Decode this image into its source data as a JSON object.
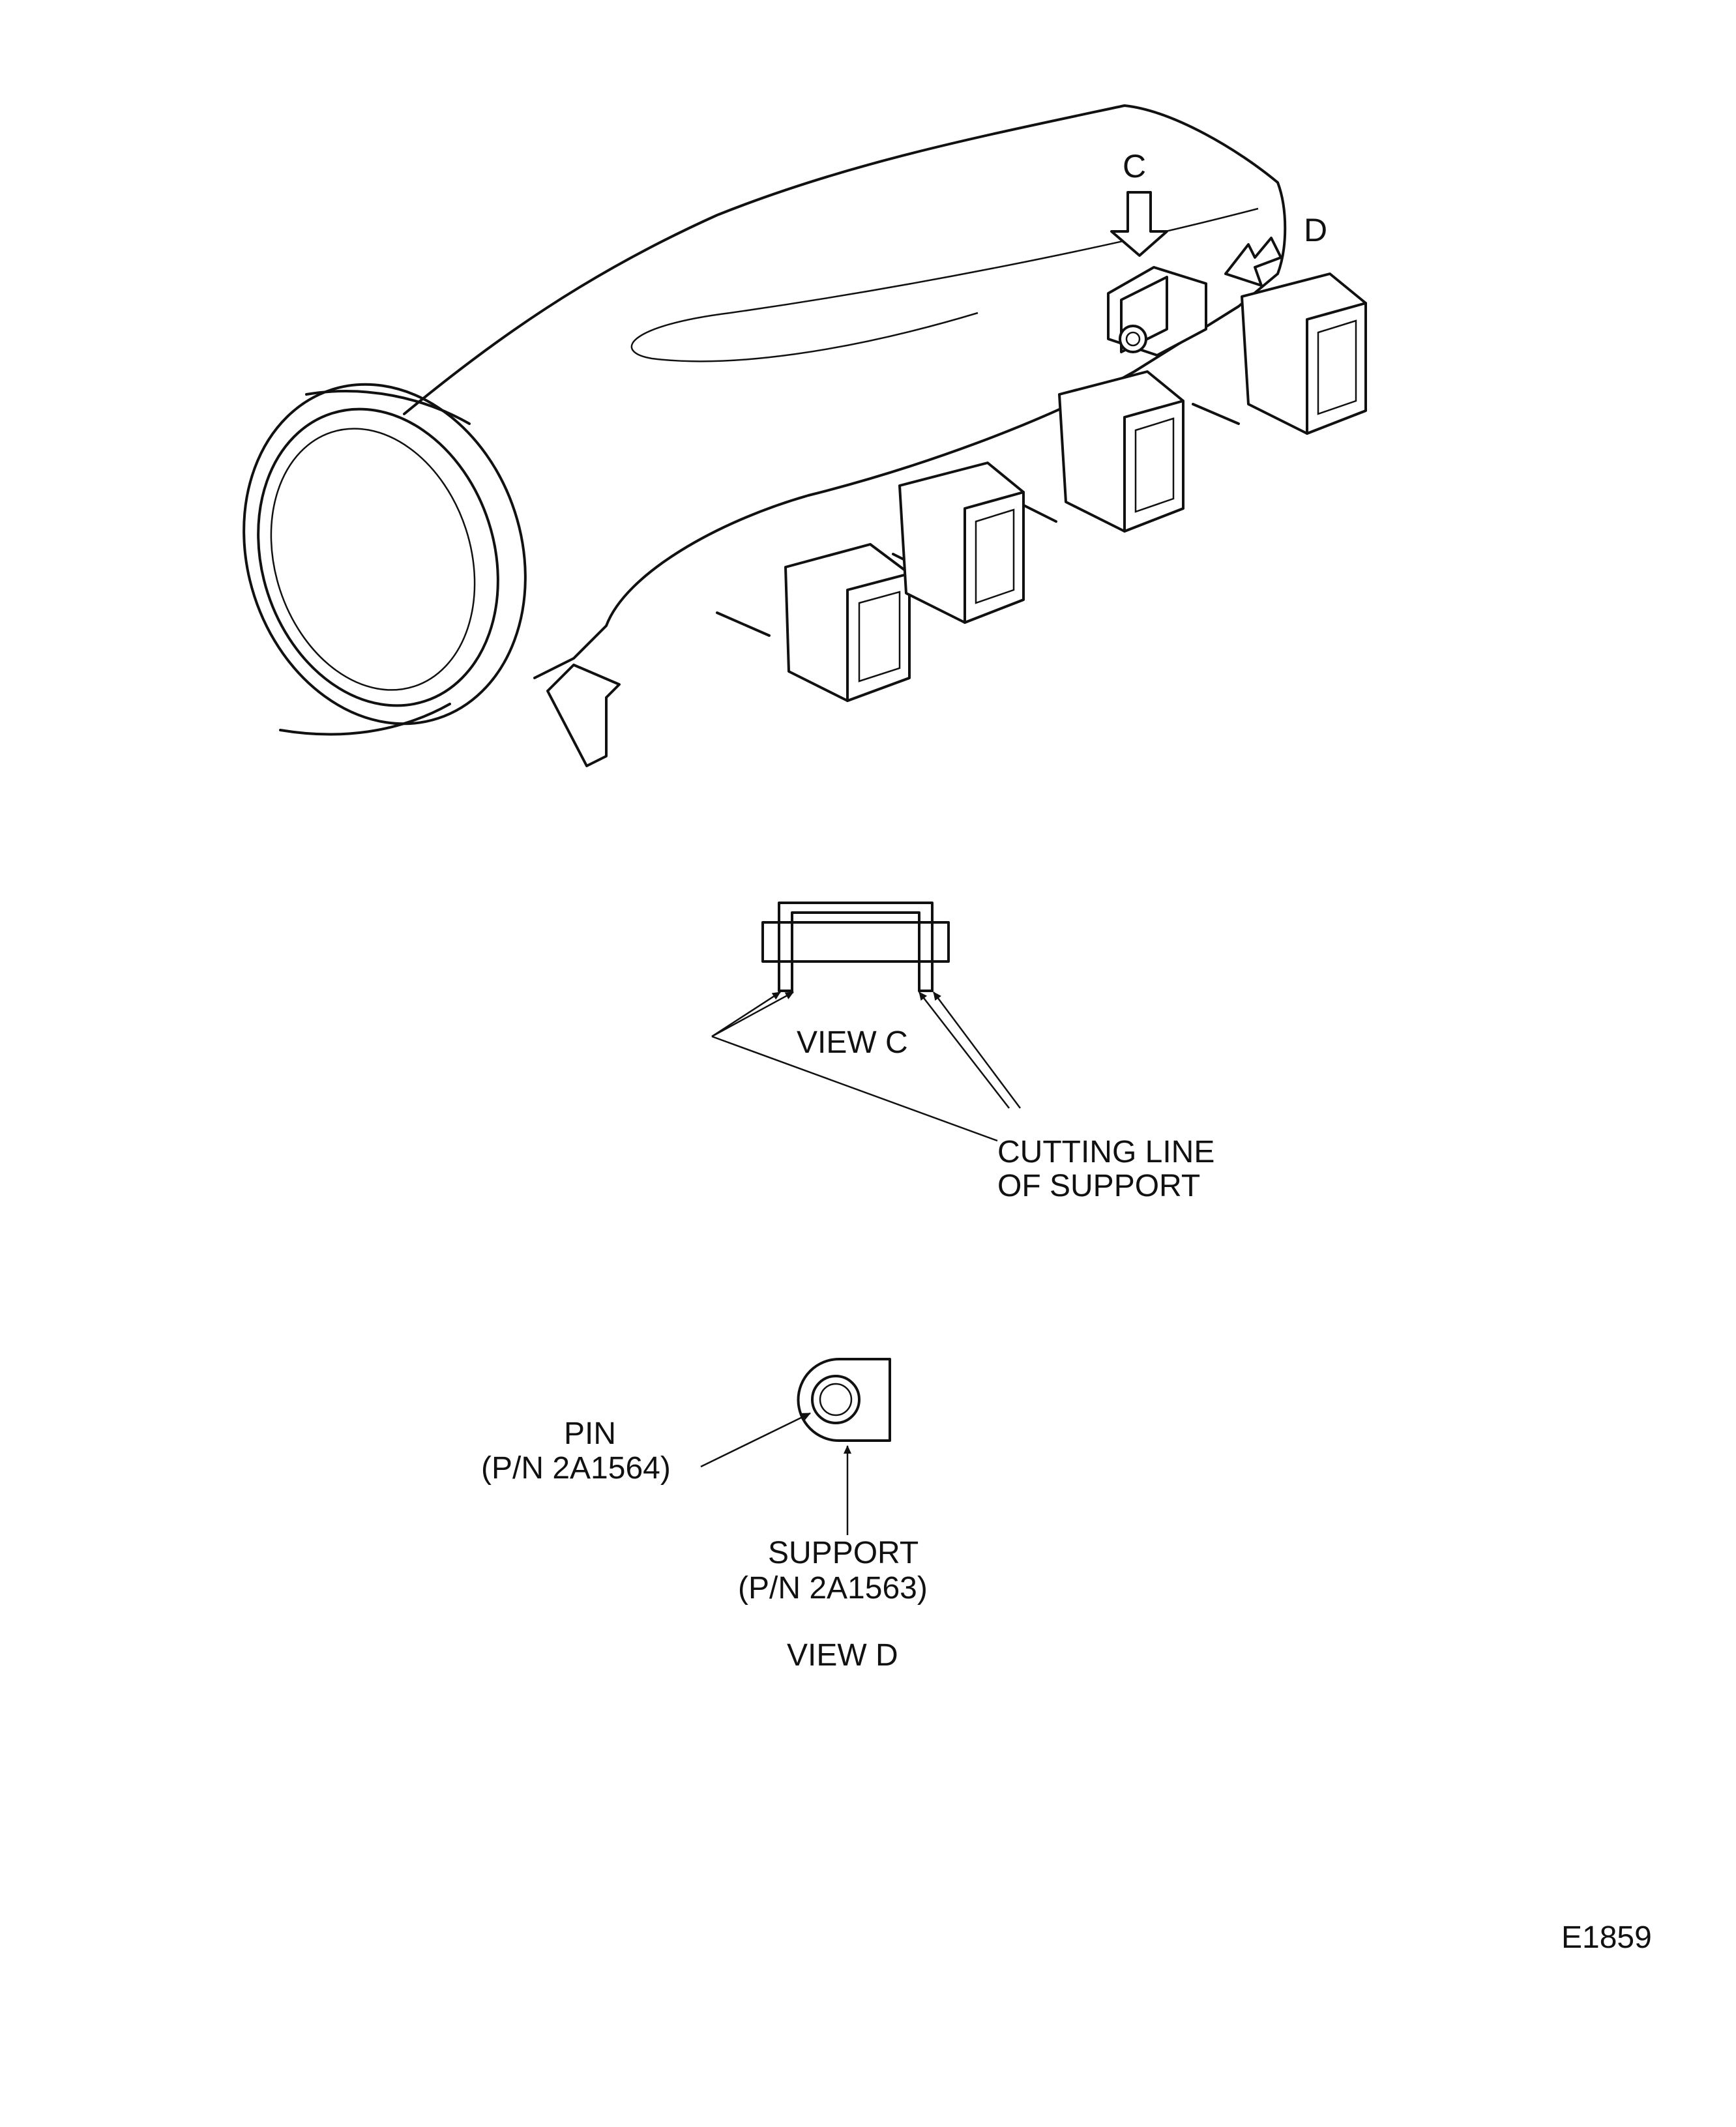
{
  "figure_id": "E1859",
  "main_view": {
    "arrow_c_label": "C",
    "arrow_d_label": "D"
  },
  "view_c": {
    "title": "VIEW C",
    "callout_line1": "CUTTING LINE",
    "callout_line2": "OF SUPPORT"
  },
  "view_d": {
    "title": "VIEW D",
    "pin_label": "PIN",
    "pin_part_number": "(P/N 2A1564)",
    "support_label": "SUPPORT",
    "support_part_number": "(P/N 2A1563)"
  }
}
